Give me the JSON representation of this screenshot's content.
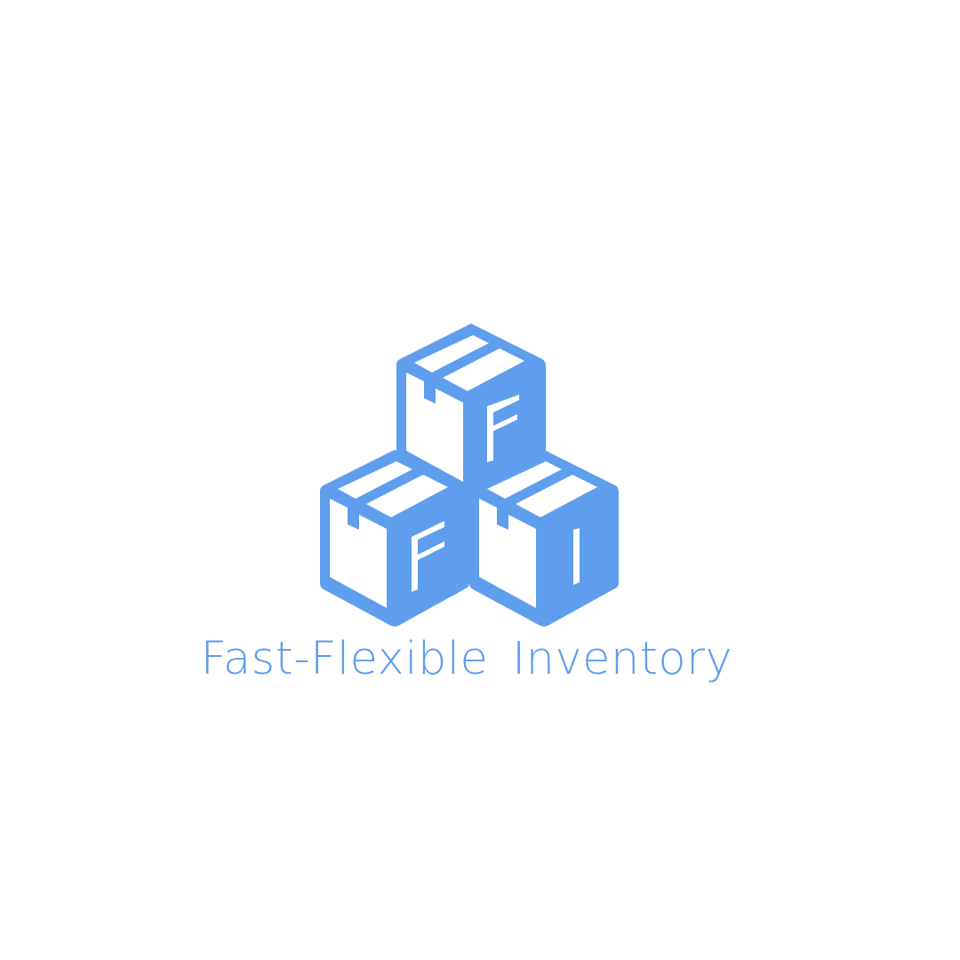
{
  "brand": {
    "name": "Fast-Flexible Inventory",
    "color": "#5f9ded",
    "background": "#ffffff"
  },
  "logo": {
    "icon": "stacked-boxes-icon",
    "box_letters": [
      "F",
      "F",
      "I"
    ]
  }
}
